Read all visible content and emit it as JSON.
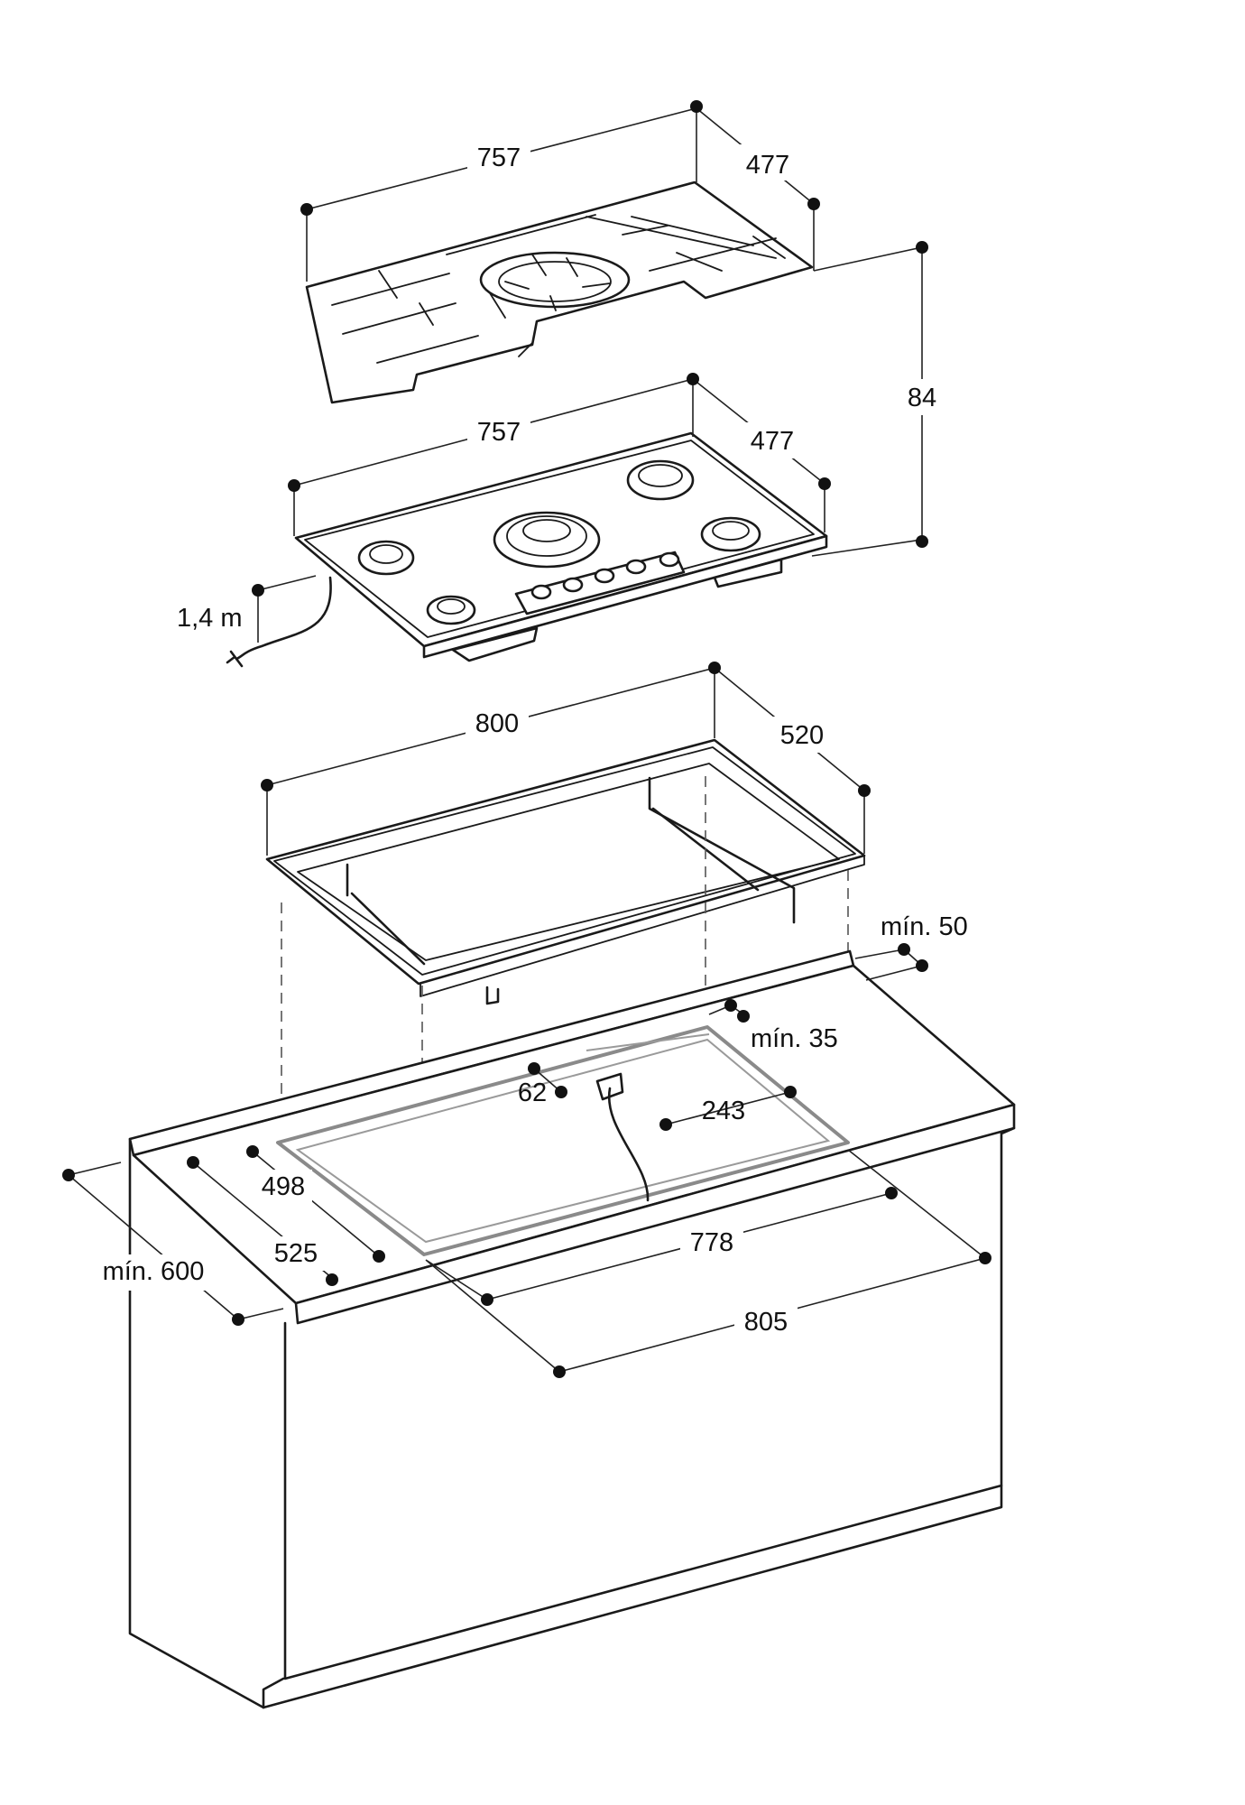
{
  "diagram": {
    "pan_support": {
      "width": "757",
      "depth": "477"
    },
    "hob": {
      "width": "757",
      "depth": "477",
      "cable_length": "1,4 m"
    },
    "total_height": "84",
    "frame": {
      "width": "800",
      "depth": "520"
    },
    "cutout": {
      "min_back": "mín. 50",
      "min_side": "mín. 35",
      "offset_front": "62",
      "gas_position": "243",
      "depth": "498",
      "depth_outer": "525",
      "min_worktop_depth": "mín. 600",
      "width": "778",
      "width_outer": "805"
    }
  }
}
